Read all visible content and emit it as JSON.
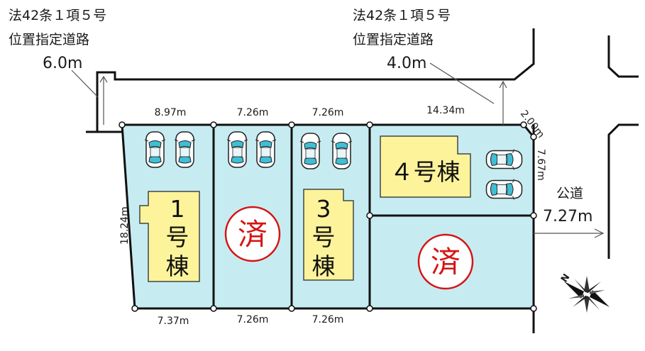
{
  "road_left": {
    "line1": "法42条１項５号",
    "line2": "位置指定道路",
    "width": "6.0m"
  },
  "road_right": {
    "line1": "法42条１項５号",
    "line2": "位置指定道路",
    "width": "4.0m"
  },
  "public_road": {
    "label": "公道",
    "width": "7.27m"
  },
  "dimensions": {
    "top_lot1": "8.97m",
    "top_lot2": "7.26m",
    "top_lot3": "7.26m",
    "top_lot4": "14.34m",
    "corner": "2.00m",
    "right_lot4": "7.67m",
    "left_side": "18.24m",
    "bottom_lot1": "7.37m",
    "bottom_lot2": "7.26m",
    "bottom_lot3": "7.26m"
  },
  "buildings": {
    "b1": [
      "1",
      "号",
      "棟"
    ],
    "b3": [
      "3",
      "号",
      "棟"
    ],
    "b4": "４号棟"
  },
  "sold_mark": "済",
  "compass_letter": "N",
  "colors": {
    "lot_fill": "#c6ecf2",
    "building_fill": "#fdf39a",
    "sold_red": "#d51414",
    "line": "#111111"
  }
}
